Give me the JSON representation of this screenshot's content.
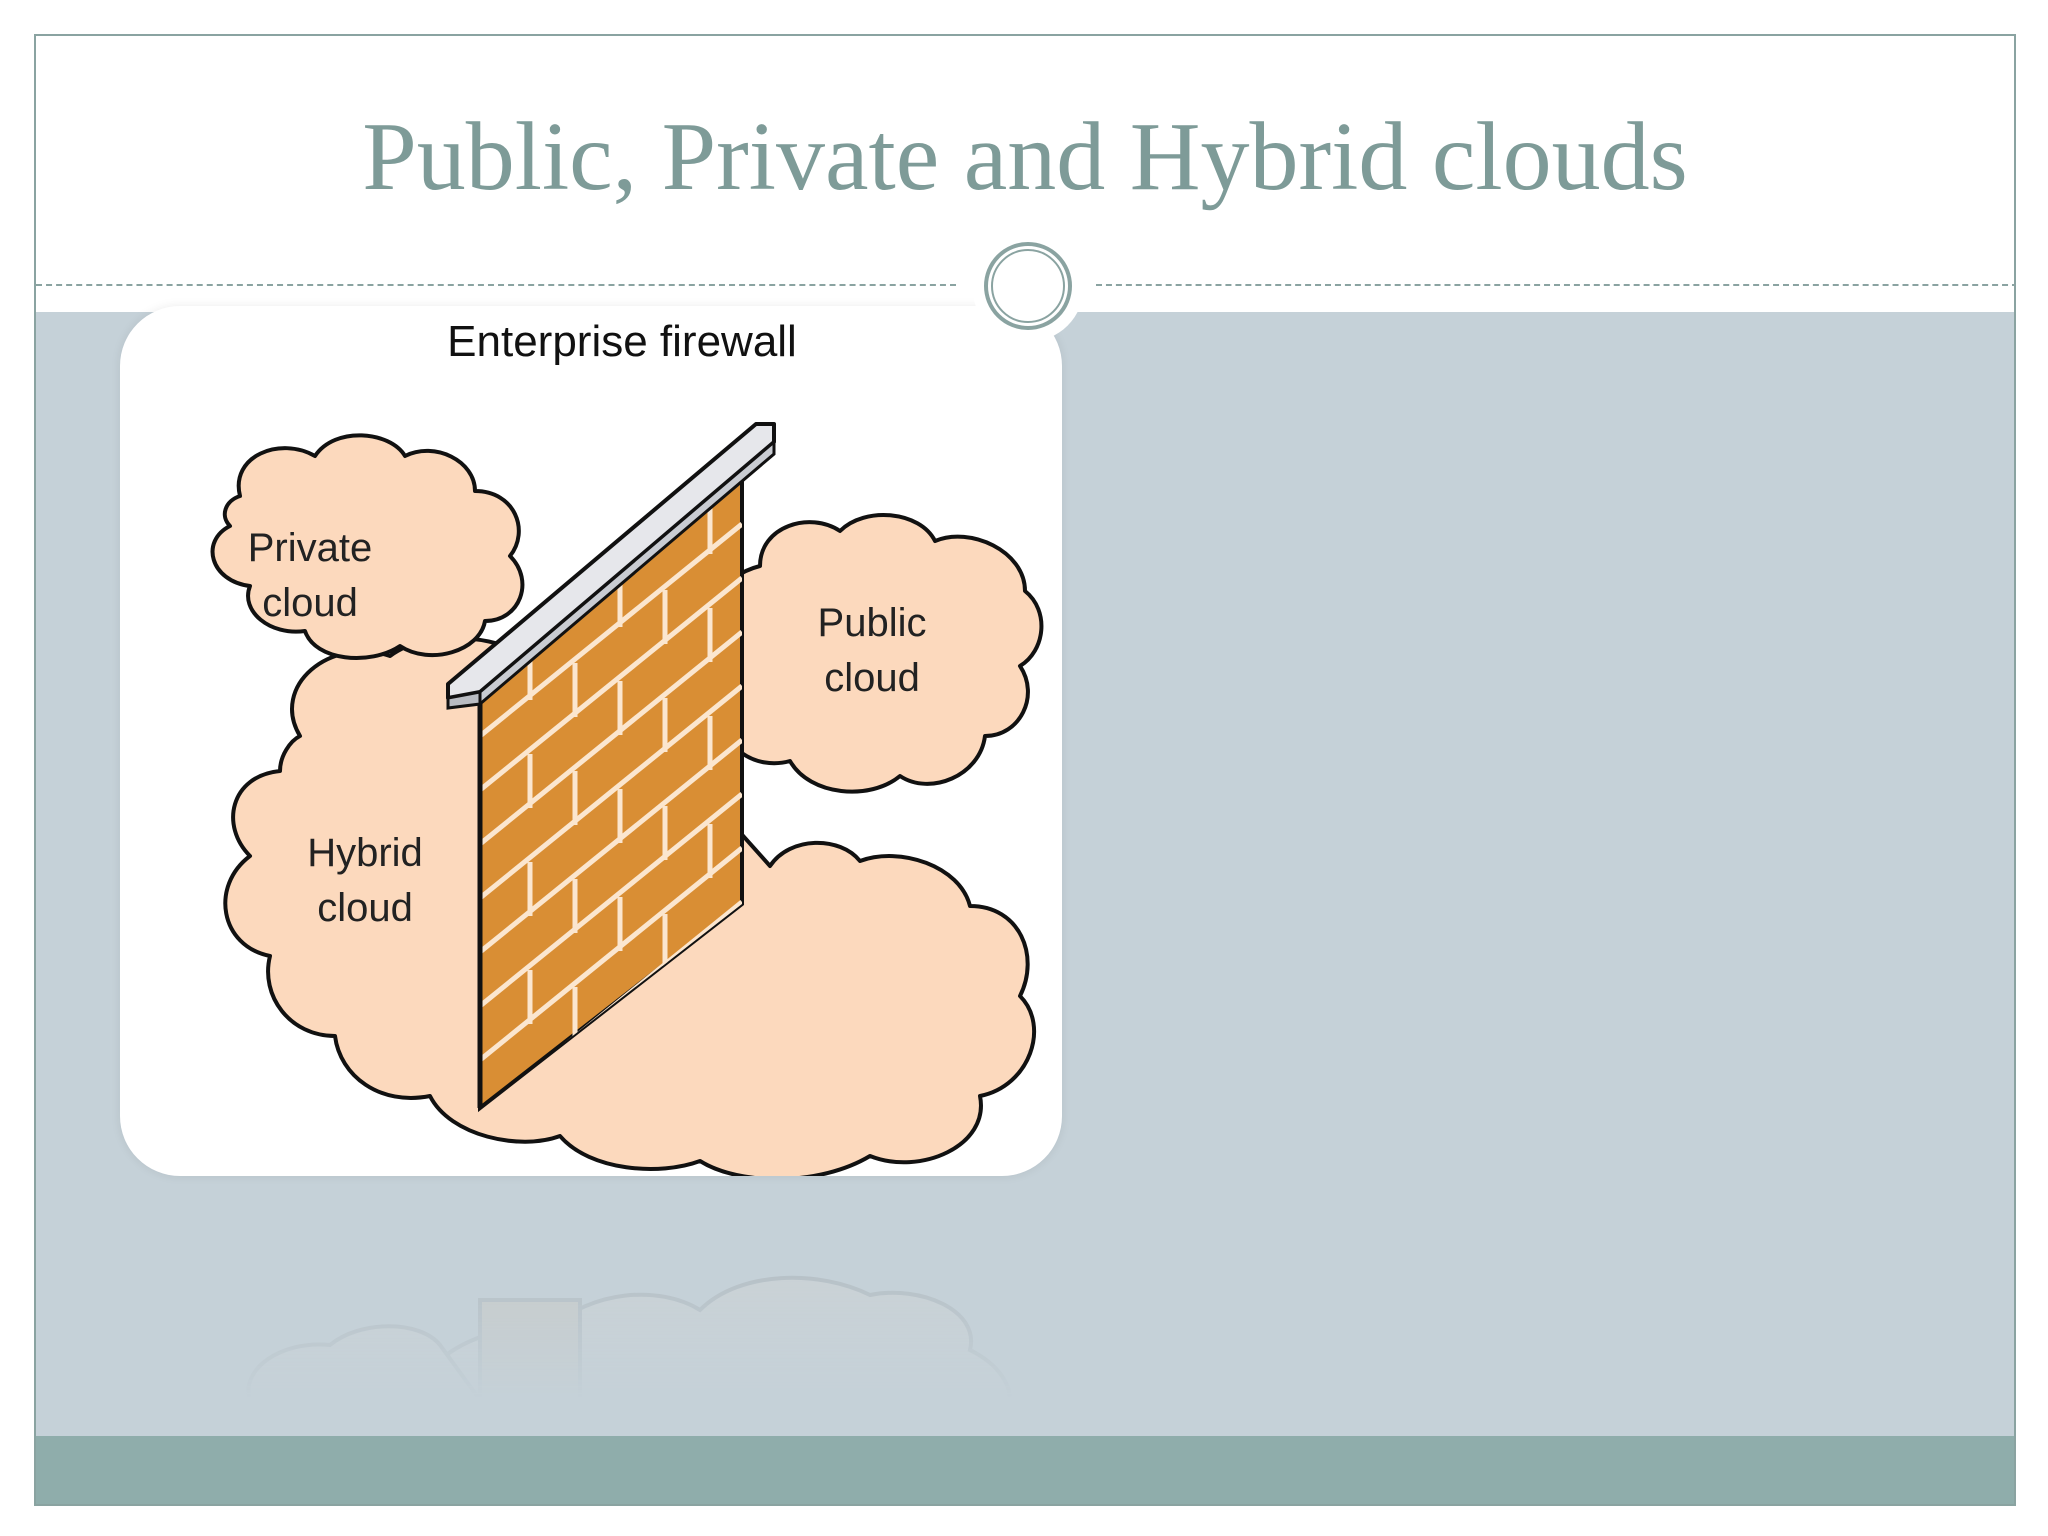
{
  "slide": {
    "title": "Public, Private and Hybrid clouds"
  },
  "diagram": {
    "firewall_label": "Enterprise firewall",
    "private_cloud": {
      "line1": "Private",
      "line2": "cloud"
    },
    "public_cloud": {
      "line1": "Public",
      "line2": "cloud"
    },
    "hybrid_cloud": {
      "line1": "Hybrid",
      "line2": "cloud"
    }
  },
  "colors": {
    "title": "#7e9b98",
    "frame": "#8aa3a1",
    "content_bg": "#c5d1d8",
    "footer": "#8fadab",
    "cloud_fill": "#fcd9bd",
    "brick": "#d98e34",
    "mortar": "#fbe6cf",
    "wall_cap": "#e6e7eb"
  },
  "icons": {
    "ornament": "circle-ornament-icon",
    "wall": "brick-wall-icon",
    "clouds": "cloud-icon"
  }
}
